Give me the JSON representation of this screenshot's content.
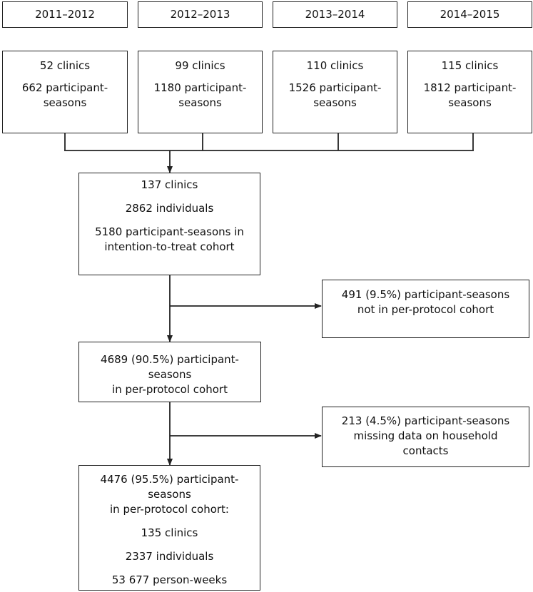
{
  "seasons": [
    {
      "label": "2011–2012",
      "clinics": "52 clinics",
      "participants": "662 participant-",
      "participants_cont": "seasons"
    },
    {
      "label": "2012–2013",
      "clinics": "99 clinics",
      "participants": "1180 participant-",
      "participants_cont": "seasons"
    },
    {
      "label": "2013–2014",
      "clinics": "110 clinics",
      "participants": "1526 participant-",
      "participants_cont": "seasons"
    },
    {
      "label": "2014–2015",
      "clinics": "115 clinics",
      "participants": "1812 participant-",
      "participants_cont": "seasons"
    }
  ],
  "itt_cohort": {
    "clinics": "137 clinics",
    "individuals": "2862 individuals",
    "line1": "5180 participant-seasons in",
    "line2": "intention-to-treat cohort"
  },
  "excluded_pp": {
    "line1": "491 (9.5%) participant-seasons",
    "line2": "not in per-protocol cohort"
  },
  "pp_cohort": {
    "line1": "4689 (90.5%) participant-seasons",
    "line2": "in per-protocol cohort"
  },
  "excluded_missing": {
    "line1": "213 (4.5%) participant-seasons",
    "line2": "missing data on household",
    "line3": "contacts"
  },
  "final_cohort": {
    "line1": "4476 (95.5%) participant-seasons",
    "line2": "in per-protocol cohort:",
    "clinics": "135 clinics",
    "individuals": "2337 individuals",
    "person_weeks": "53 677 person-weeks"
  }
}
